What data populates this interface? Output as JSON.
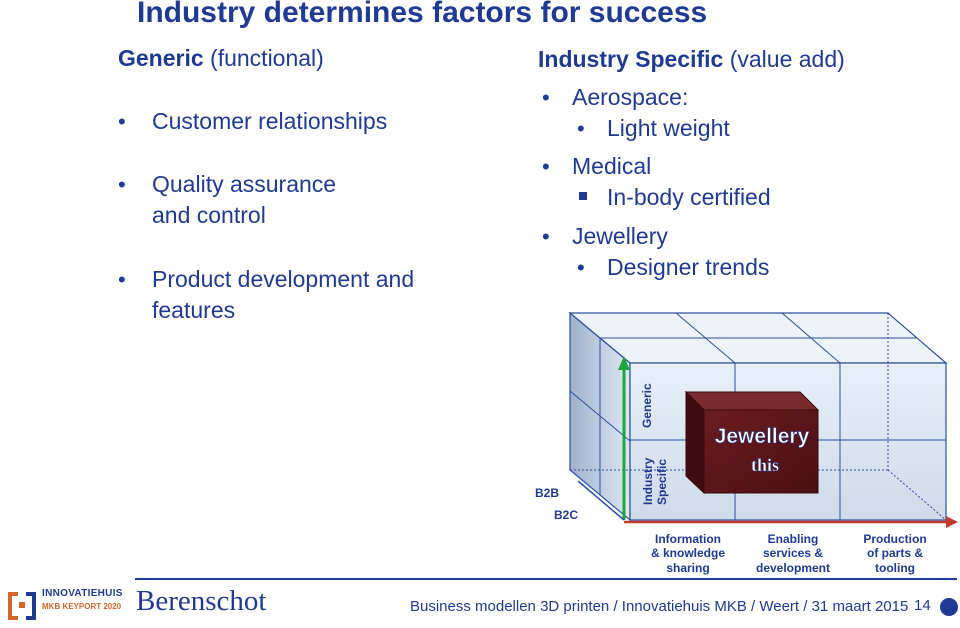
{
  "title": "Industry determines factors for success",
  "left": {
    "heading_bold": "Generic",
    "heading_rest": " (functional)",
    "bullets": [
      {
        "line1": "Customer relationships",
        "line2": ""
      },
      {
        "line1": "Quality assurance",
        "line2": "and control"
      },
      {
        "line1": "Product  development and",
        "line2": "features"
      }
    ]
  },
  "right": {
    "heading_bold": "Industry Specific",
    "heading_rest": " (value add)",
    "items": [
      {
        "label": "Aerospace:",
        "sub": "Light weight",
        "sub_marker": "dot"
      },
      {
        "label": "Medical",
        "sub": "In-body certified",
        "sub_marker": "square"
      },
      {
        "label": "Jewellery",
        "sub": "Designer trends",
        "sub_marker": "dot"
      }
    ]
  },
  "cube": {
    "axis_generic": "Generic",
    "axis_industry_1": "Industry",
    "axis_industry_2": "Specific",
    "label_b2b": "B2B",
    "label_b2c": "B2C",
    "box_title": "Jewellery",
    "box_sub": "this",
    "columns": [
      {
        "l1": "Information",
        "l2": "& knowledge",
        "l3": "sharing"
      },
      {
        "l1": "Enabling",
        "l2": "services &",
        "l3": "development"
      },
      {
        "l1": "Production",
        "l2": "of parts &",
        "l3": "tooling"
      }
    ],
    "colors": {
      "grid_line": "#2b4f9e",
      "grid_fill": "#dfeaf4",
      "green_axis": "#1fa83a",
      "red_axis": "#c0392b",
      "box": "#5a1416",
      "box_top": "#7a2a2c"
    }
  },
  "footer": {
    "text": "Business modellen 3D printen / Innovatiehuis MKB / Weert / 31 maart 2015",
    "page": "14",
    "logo_name": "INNOVATIEHUIS",
    "logo_sub": "MKB KEYPORT 2020",
    "berenschot": "Berenschot"
  },
  "colors": {
    "accent": "#1f3a93"
  }
}
